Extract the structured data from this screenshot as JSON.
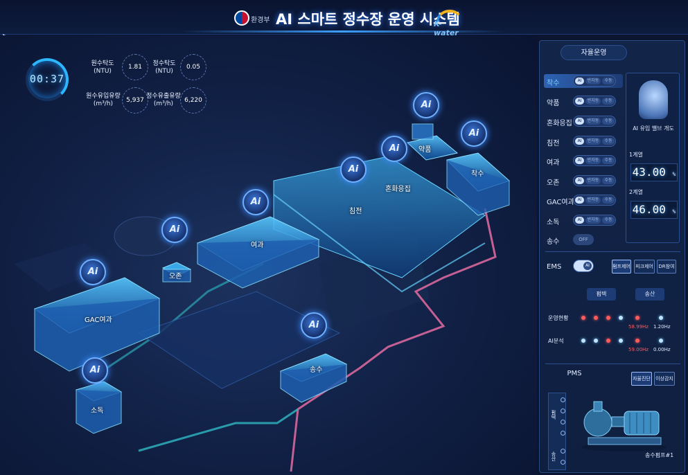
{
  "header": {
    "ministry": "환경부",
    "title": "AI 스마트 정수장 운영 시스템",
    "brand": "K-water",
    "side_tab": "▸"
  },
  "clock": {
    "time": "00:37"
  },
  "stats": [
    {
      "label": "원수탁도\n(NTU)",
      "value": "1.81"
    },
    {
      "label": "정수탁도\n(NTU)",
      "value": "0.05"
    },
    {
      "label": "원수유입유량\n(m³/h)",
      "value": "5,937"
    },
    {
      "label": "정수유출유량\n(m³/h)",
      "value": "6,220"
    }
  ],
  "buildings": {
    "chaksu": "착수",
    "yakpum": "약품",
    "honhwa": "혼화응집",
    "chimjeon": "침전",
    "yeogwa": "여과",
    "ozone": "오존",
    "gac": "GAC여과",
    "songsu": "송수",
    "sodok": "소독"
  },
  "ai_icon_label": "Ai",
  "panel": {
    "auto_title": "자율운영",
    "rows": [
      {
        "label": "착수",
        "opts": [
          "AI",
          "반자동",
          "수동"
        ]
      },
      {
        "label": "약품",
        "opts": [
          "AI",
          "반자동",
          "수동"
        ]
      },
      {
        "label": "혼화응집",
        "opts": [
          "AI",
          "반자동",
          "수동"
        ]
      },
      {
        "label": "침전",
        "opts": [
          "AI",
          "반자동",
          "수동"
        ]
      },
      {
        "label": "여과",
        "opts": [
          "AI",
          "반자동",
          "수동"
        ]
      },
      {
        "label": "오존",
        "opts": [
          "AI",
          "반자동",
          "수동"
        ]
      },
      {
        "label": "GAC여과",
        "opts": [
          "AI",
          "반자동",
          "수동"
        ]
      },
      {
        "label": "소독",
        "opts": [
          "AI",
          "반자동",
          "수동"
        ]
      }
    ],
    "songsu_label": "송수",
    "songsu_toggle": "OFF",
    "ai_valve": {
      "caption": "AI 유입 밸브 개도",
      "line1_label": "1계열",
      "line1_value": "43.00",
      "line1_unit": "%",
      "line2_label": "2계열",
      "line2_value": "46.00",
      "line2_unit": "%"
    },
    "ems": {
      "label": "EMS",
      "toggle": "AI",
      "buttons": [
        "펌프제어",
        "피크제어",
        "DR참여"
      ],
      "col_headers": [
        "펌텍",
        "송산"
      ],
      "row1_label": "운영현황",
      "row2_label": "AI분석",
      "row1_hz": [
        "58.99Hz",
        "1.20Hz"
      ],
      "row2_hz": [
        "59.00Hz",
        "0.00Hz"
      ]
    },
    "pms": {
      "title": "PMS",
      "buttons": [
        "자율진단",
        "이상감지"
      ],
      "side_top": "펌텍",
      "side_bottom": "송산",
      "pump_label": "송수펌프#1"
    }
  },
  "colors": {
    "accent": "#2db7ff",
    "pipe_pink": "#d8679c",
    "pipe_teal": "#2fb9c4",
    "alarm": "#ff5b5b"
  }
}
